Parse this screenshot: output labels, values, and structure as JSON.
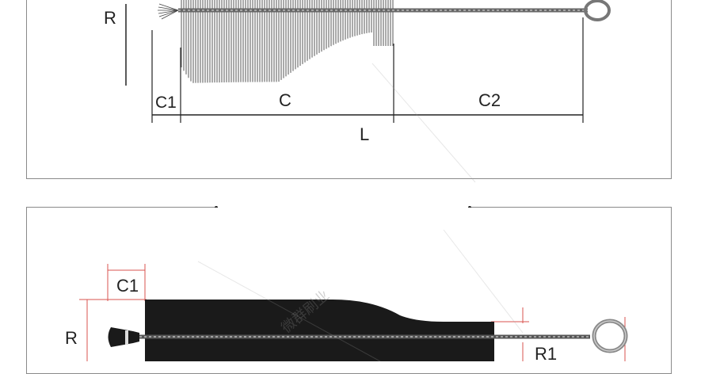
{
  "top_diagram": {
    "labels": {
      "R": "R",
      "C1": "C1",
      "C": "C",
      "C2": "C2",
      "L": "L"
    }
  },
  "bottom_diagram": {
    "labels": {
      "C1": "C1",
      "R": "R",
      "R1": "R1"
    },
    "watermark": "微群刷业"
  },
  "colors": {
    "panel_border": "#8a8a8a",
    "line": "#222222",
    "brush_fill": "#1a1a1a",
    "dim_red": "#d9534f",
    "wire": "#555555"
  }
}
